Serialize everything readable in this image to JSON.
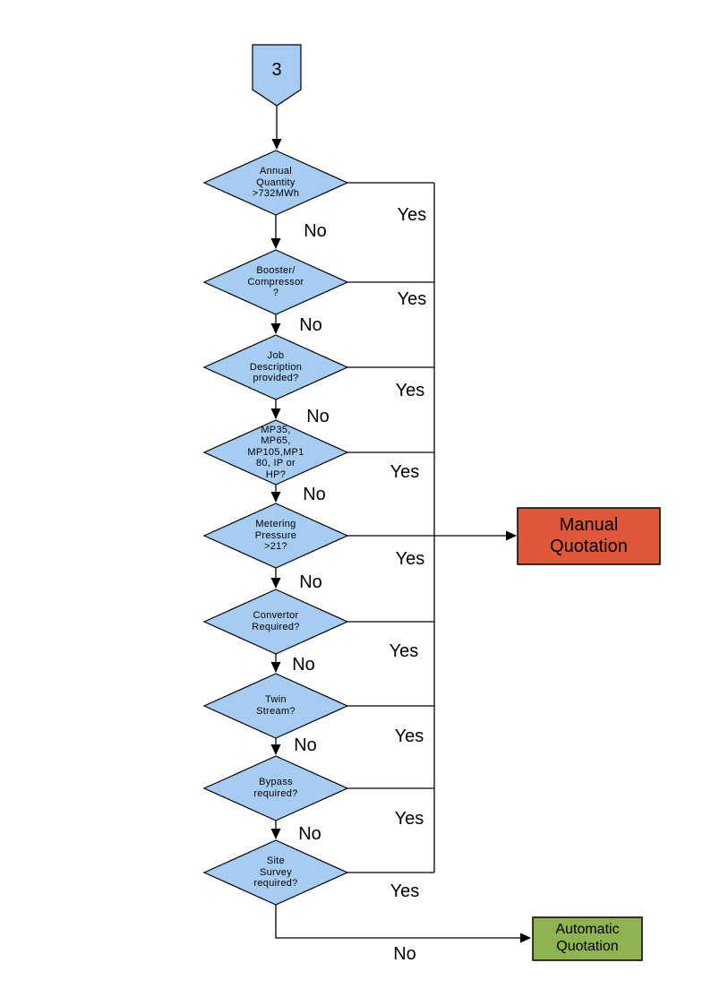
{
  "colors": {
    "decision_fill": "#A6CCF2",
    "decision_border": "#000000",
    "manual_fill": "#E05838",
    "auto_fill": "#8FB350",
    "line_color": "#000000",
    "text_color": "#000000"
  },
  "start_connector": {
    "label": "3"
  },
  "decisions": [
    {
      "label": "Annual\nQuantity\n>732MWh",
      "yes": "Yes",
      "no": "No"
    },
    {
      "label": "Booster/\nCompressor\n?",
      "yes": "Yes",
      "no": "No"
    },
    {
      "label": "Job\nDescription\nprovided?",
      "yes": "Yes",
      "no": "No"
    },
    {
      "label": "MP35,\nMP65,\nMP105,MP1\n80, IP or\nHP?",
      "yes": "Yes",
      "no": "No"
    },
    {
      "label": "Metering\nPressure\n>21?",
      "yes": "Yes",
      "no": "No"
    },
    {
      "label": "Convertor\nRequired?",
      "yes": "Yes",
      "no": "No"
    },
    {
      "label": "Twin\nStream?",
      "yes": "Yes",
      "no": "No"
    },
    {
      "label": "Bypass\nrequired?",
      "yes": "Yes",
      "no": "No"
    },
    {
      "label": "Site\nSurvey\nrequired?",
      "yes": "Yes",
      "no": "No"
    }
  ],
  "outcomes": {
    "manual": {
      "label": "Manual\nQuotation"
    },
    "automatic": {
      "label": "Automatic\nQuotation"
    }
  }
}
